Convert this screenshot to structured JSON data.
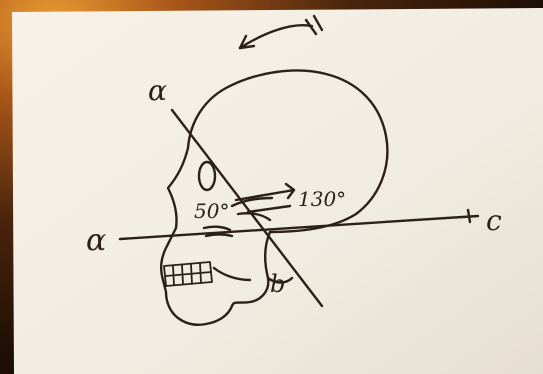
{
  "labels": {
    "alpha_top": "α",
    "alpha_left": "α",
    "point_b": "b",
    "point_c": "c",
    "angle_small": "50°",
    "angle_large": "130°"
  },
  "colors": {
    "ink": "#2b2118",
    "paper": "#f3efe5",
    "frame": "#c8711c",
    "frame_dark": "#3a1d0a"
  },
  "icons": {
    "rotation_arrow": "curved-arrow-icon"
  }
}
